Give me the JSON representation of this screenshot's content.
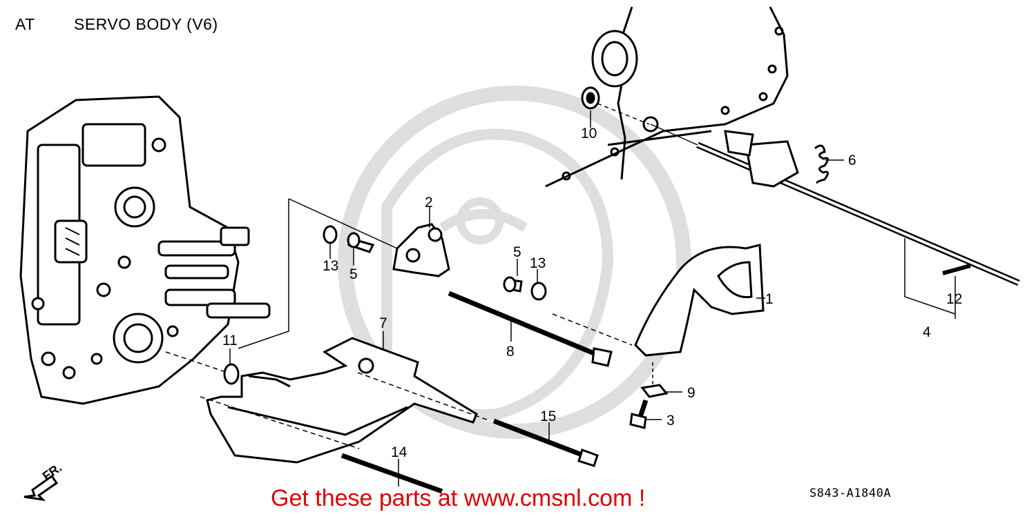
{
  "header": {
    "section": "AT",
    "title": "SERVO BODY (V6)"
  },
  "callouts": [
    {
      "id": "c1",
      "label": "1"
    },
    {
      "id": "c2",
      "label": "2"
    },
    {
      "id": "c3",
      "label": "3"
    },
    {
      "id": "c4",
      "label": "4"
    },
    {
      "id": "c5a",
      "label": "5"
    },
    {
      "id": "c5b",
      "label": "5"
    },
    {
      "id": "c6",
      "label": "6"
    },
    {
      "id": "c7",
      "label": "7"
    },
    {
      "id": "c8",
      "label": "8"
    },
    {
      "id": "c9",
      "label": "9"
    },
    {
      "id": "c10",
      "label": "10"
    },
    {
      "id": "c11",
      "label": "11"
    },
    {
      "id": "c12",
      "label": "12"
    },
    {
      "id": "c13a",
      "label": "13"
    },
    {
      "id": "c13b",
      "label": "13"
    },
    {
      "id": "c14",
      "label": "14"
    },
    {
      "id": "c15",
      "label": "15"
    }
  ],
  "direction_marker": "FR.",
  "footer": {
    "promo": "Get these parts at www.cmsnl.com !",
    "diagram_code": "S843-A1840A"
  }
}
